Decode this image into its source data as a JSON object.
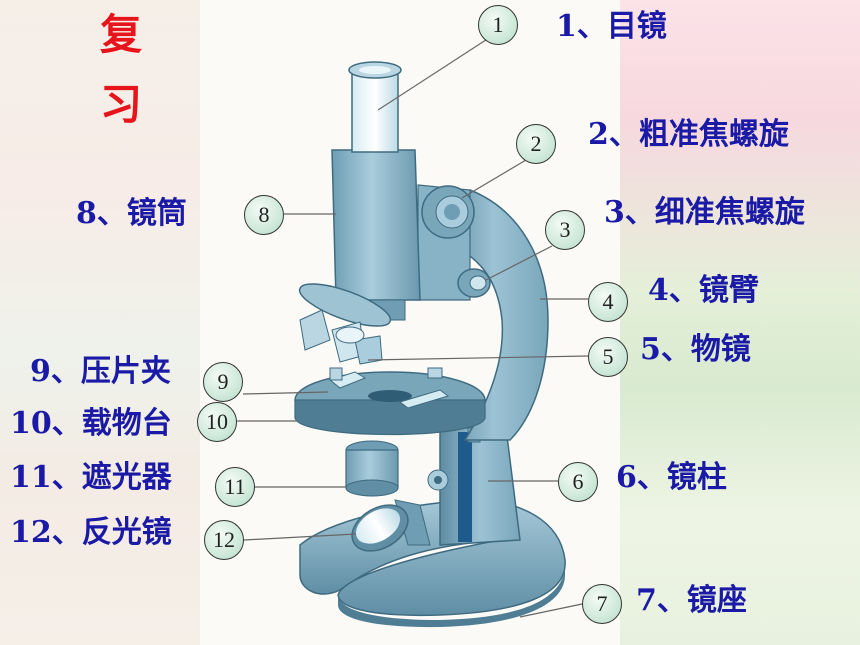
{
  "title": [
    "复",
    "习"
  ],
  "colors": {
    "title": "#e8141c",
    "label": "#1a1aa6",
    "body_fill": "#8fb7c9",
    "body_dark": "#5f8ea5",
    "body_light": "#b9d6e2",
    "badge_fill": "#cfe9da"
  },
  "parts": [
    {
      "number": "1",
      "label": "1、目镜",
      "icon": "eyepiece"
    },
    {
      "number": "2",
      "label": "2、粗准焦螺旋",
      "icon": "coarse-focus-knob"
    },
    {
      "number": "3",
      "label": "3、细准焦螺旋",
      "icon": "fine-focus-knob"
    },
    {
      "number": "4",
      "label": "4、镜臂",
      "icon": "arm"
    },
    {
      "number": "5",
      "label": "5、物镜",
      "icon": "objective-lens"
    },
    {
      "number": "6",
      "label": "6、镜柱",
      "icon": "pillar"
    },
    {
      "number": "7",
      "label": "7、镜座",
      "icon": "base"
    },
    {
      "number": "8",
      "label": "8、镜筒",
      "icon": "body-tube"
    },
    {
      "number": "9",
      "label": "9、压片夹",
      "icon": "stage-clip"
    },
    {
      "number": "10",
      "label": "10、载物台",
      "icon": "stage"
    },
    {
      "number": "11",
      "label": "11、遮光器",
      "icon": "diaphragm"
    },
    {
      "number": "12",
      "label": "12、反光镜",
      "icon": "mirror"
    }
  ]
}
